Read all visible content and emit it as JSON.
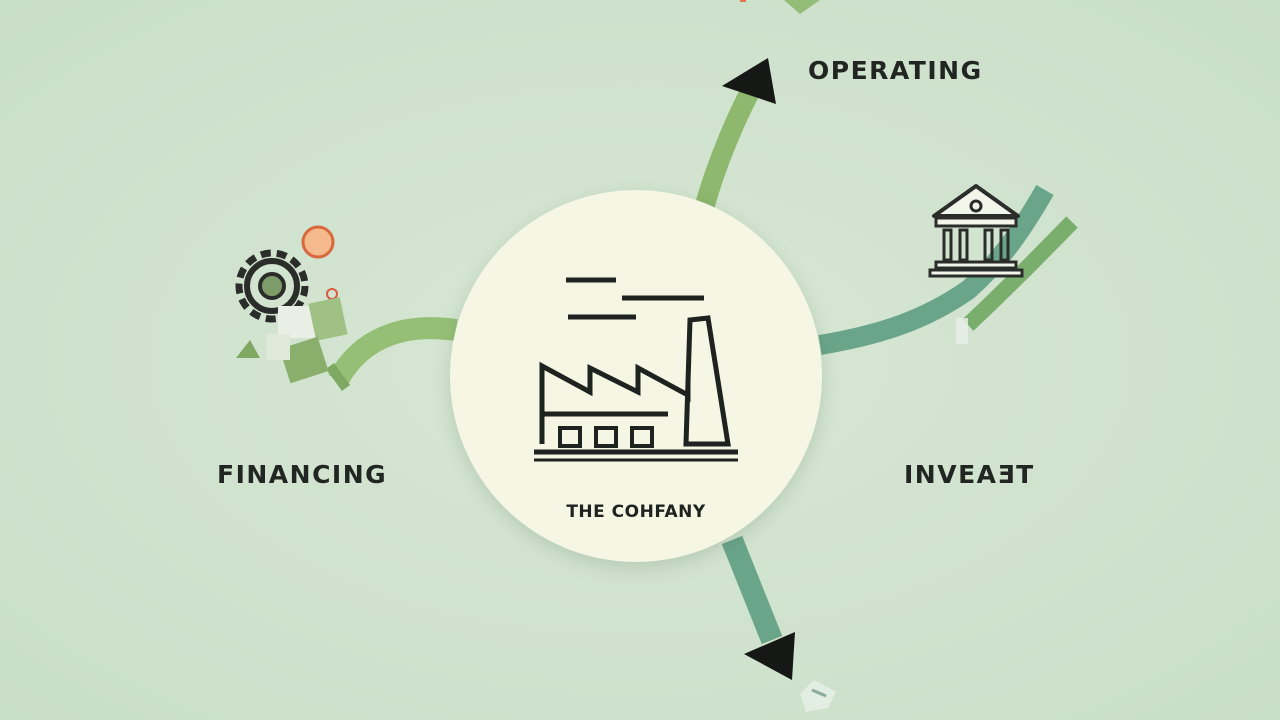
{
  "diagram": {
    "center": {
      "label": "THE COHFANY",
      "icon": "factory-icon"
    },
    "flows": [
      {
        "label": "OPERATING",
        "direction": "out",
        "icon": "arrowhead-icon"
      },
      {
        "label": "FINANCING",
        "direction": "in",
        "icon": "gear-icon"
      },
      {
        "label": "INVEAƎT",
        "direction": "in",
        "icon": "bank-building-icon"
      },
      {
        "label": "",
        "direction": "out",
        "icon": "arrowhead-icon"
      }
    ],
    "colors": {
      "background": "#d3e5d2",
      "hub": "#f6f6e5",
      "flow_green": "#8db86e",
      "flow_teal": "#6aa58a",
      "outline": "#1f231f",
      "accent_orange": "#f2a56a"
    }
  }
}
